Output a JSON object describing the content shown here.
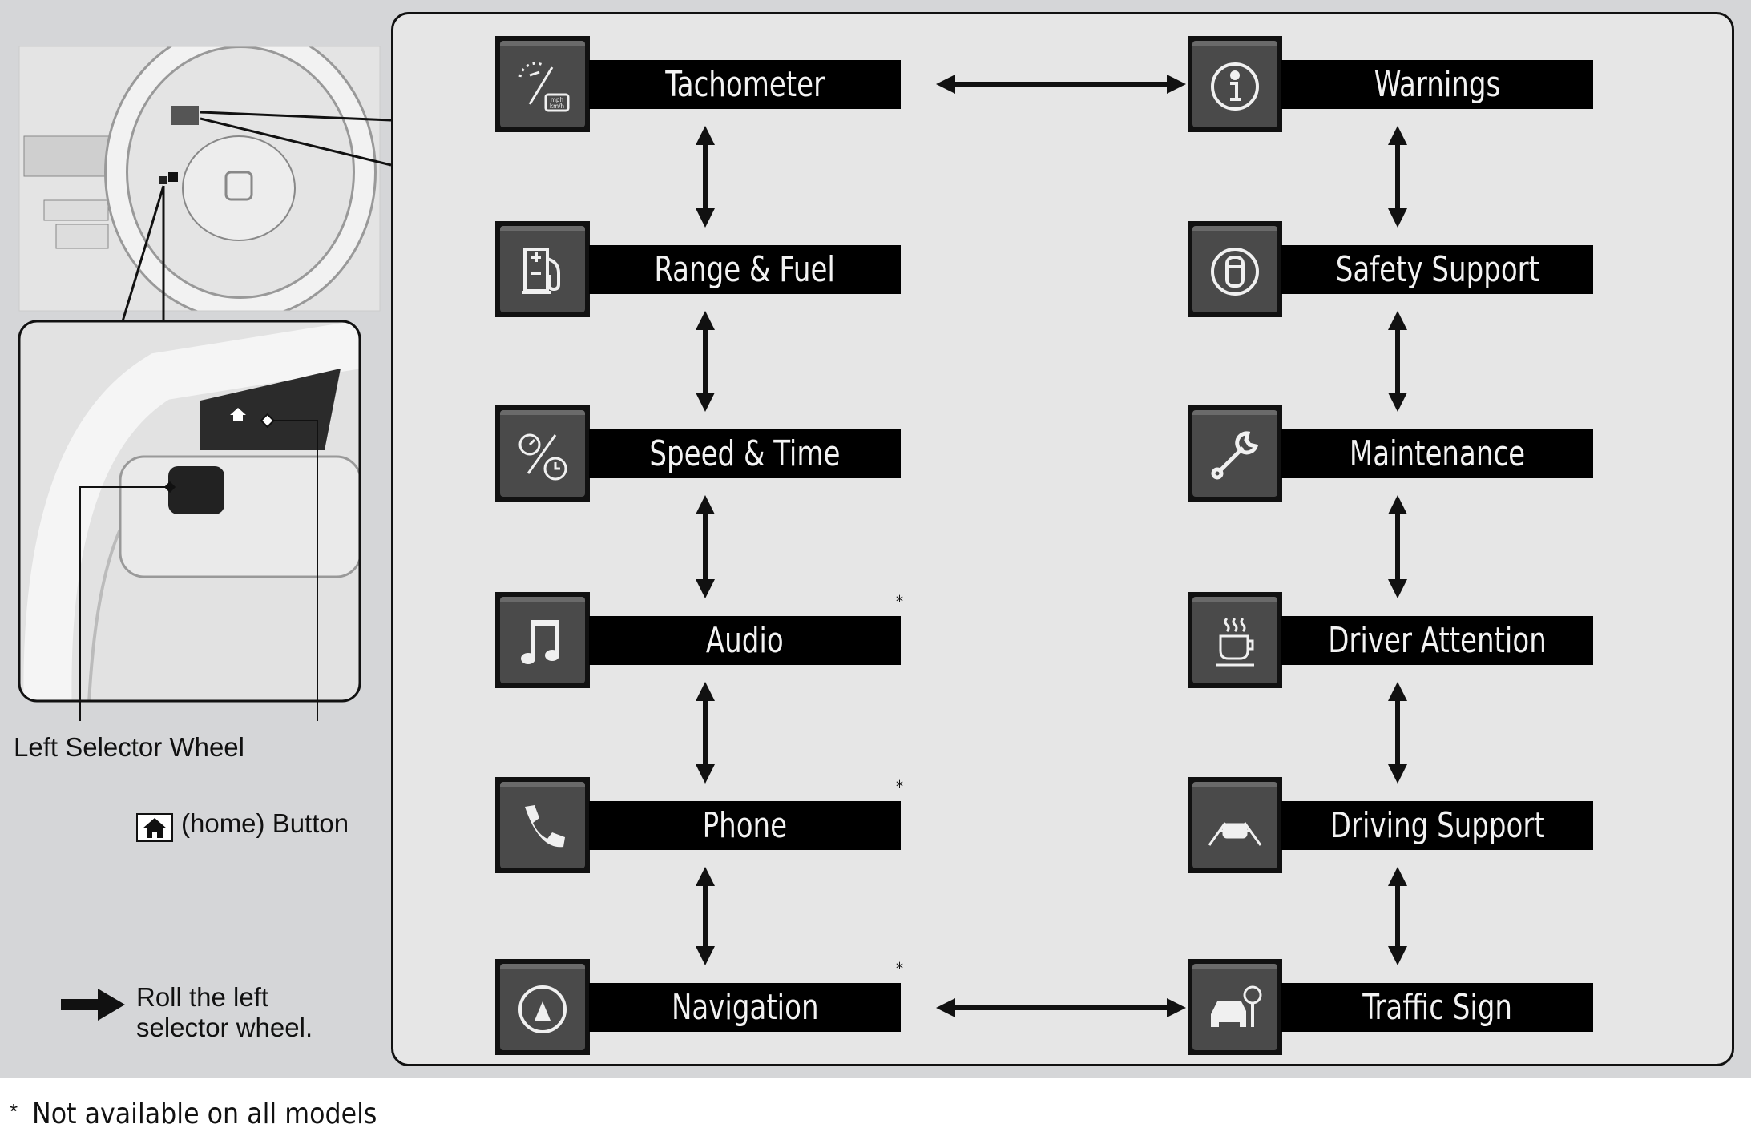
{
  "left_column": [
    {
      "label": "Tachometer",
      "icon": "tachometer-icon",
      "asterisk": false
    },
    {
      "label": "Range & Fuel",
      "icon": "fuel-pump-icon",
      "asterisk": false
    },
    {
      "label": "Speed & Time",
      "icon": "speed-time-icon",
      "asterisk": false
    },
    {
      "label": "Audio",
      "icon": "music-note-icon",
      "asterisk": true
    },
    {
      "label": "Phone",
      "icon": "phone-icon",
      "asterisk": true
    },
    {
      "label": "Navigation",
      "icon": "compass-icon",
      "asterisk": true
    }
  ],
  "right_column": [
    {
      "label": "Warnings",
      "icon": "info-icon"
    },
    {
      "label": "Safety Support",
      "icon": "car-circle-icon"
    },
    {
      "label": "Maintenance",
      "icon": "wrench-icon"
    },
    {
      "label": "Driver Attention",
      "icon": "coffee-cup-icon"
    },
    {
      "label": "Driving Support",
      "icon": "lane-car-icon"
    },
    {
      "label": "Traffic Sign",
      "icon": "traffic-sign-icon"
    }
  ],
  "asterisk": "*",
  "tacho_units": "mph km/h",
  "callouts": {
    "left_selector_wheel": "Left Selector Wheel",
    "home_button": "(home) Button"
  },
  "legend": {
    "line1": "Roll the left",
    "line2": "selector wheel."
  },
  "footnote": {
    "mark": "*",
    "text": "Not available on all models"
  }
}
